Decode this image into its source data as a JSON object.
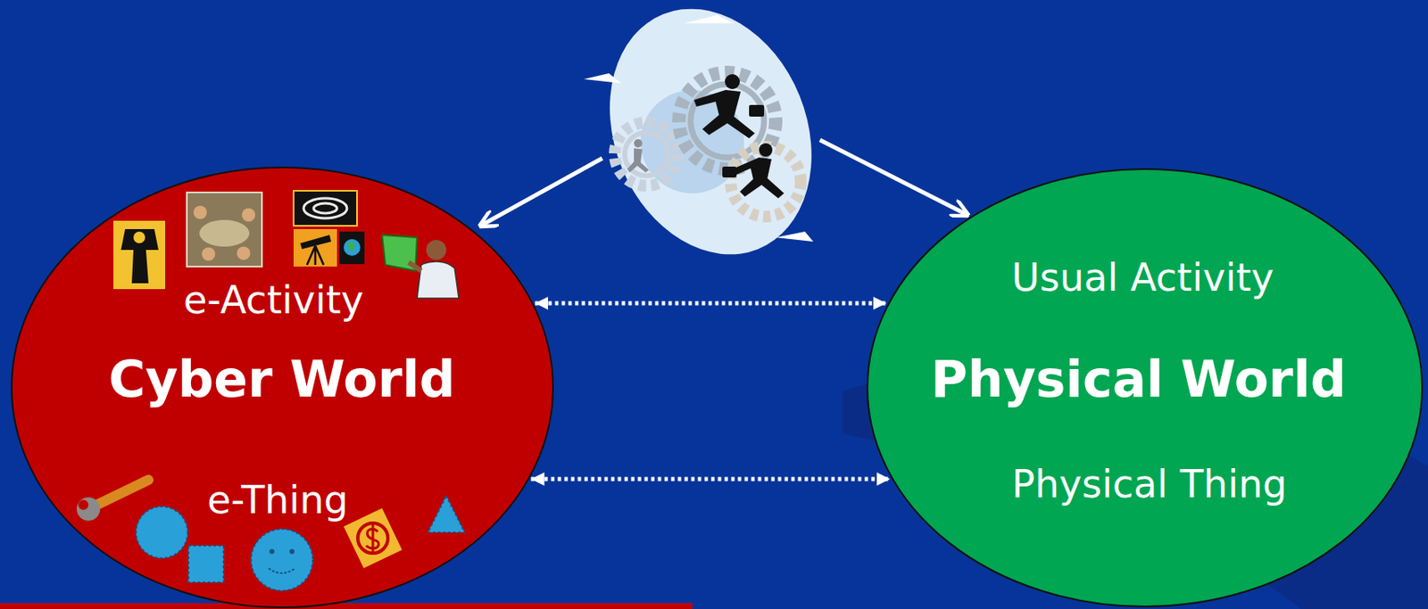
{
  "diagram": {
    "nodes": [
      {
        "text": [
          "e-Activity",
          "Cyber World",
          "e-Thing"
        ]
      },
      {
        "text": [
          "Usual Activity",
          "Physical World",
          "Physical Thing"
        ]
      }
    ],
    "edges": [
      {
        "from": 0,
        "to": 1,
        "arrow": "both"
      },
      {
        "from": 0,
        "to": 1,
        "arrow": "both"
      }
    ]
  }
}
